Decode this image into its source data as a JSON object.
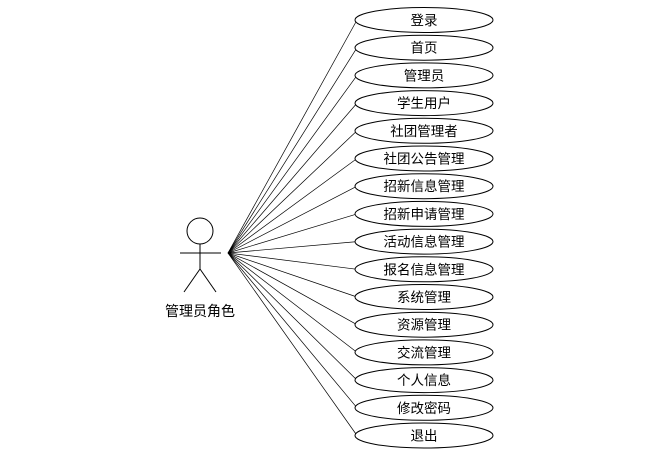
{
  "diagram": {
    "actor": {
      "name": "管理员角色"
    },
    "use_cases": [
      "登录",
      "首页",
      "管理员",
      "学生用户",
      "社团管理者",
      "社团公告管理",
      "招新信息管理",
      "招新申请管理",
      "活动信息管理",
      "报名信息管理",
      "系统管理",
      "资源管理",
      "交流管理",
      "个人信息",
      "修改密码",
      "退出"
    ]
  }
}
